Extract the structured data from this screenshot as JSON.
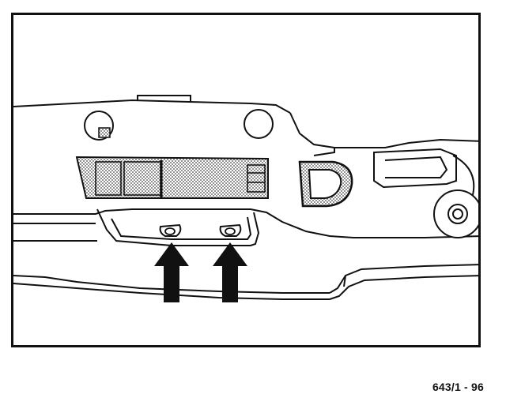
{
  "figure": {
    "code": "643/1 - 96"
  },
  "colors": {
    "line": "#111111",
    "stipple": "#9a9a9a",
    "paper": "#ffffff"
  },
  "callouts": {
    "arrows": [
      "up-arrow-left",
      "up-arrow-right"
    ]
  }
}
